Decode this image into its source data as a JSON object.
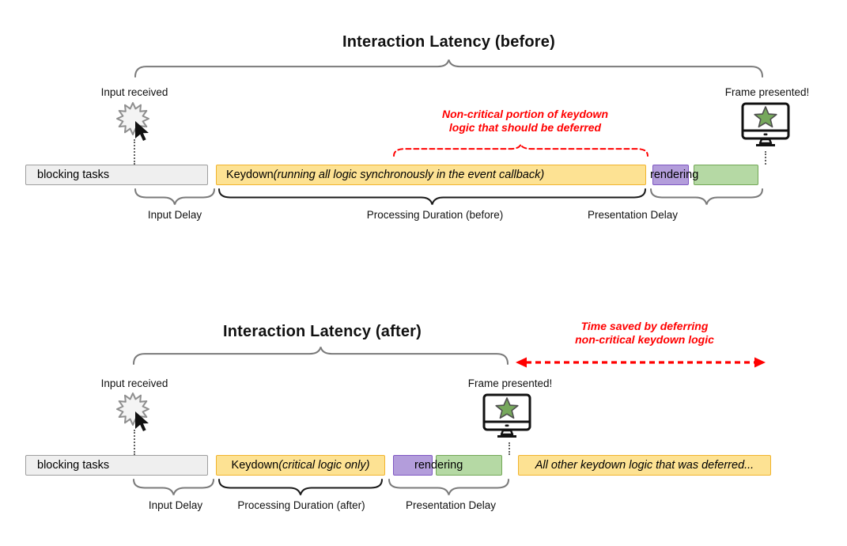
{
  "colors": {
    "annotation_red": "#ff0000",
    "task_yellow_fill": "#fde293",
    "task_yellow_border": "#f1b42e",
    "blocking_gray_fill": "#efefef",
    "blocking_gray_border": "#9e9e9e",
    "purple_fill": "#b39ddb",
    "purple_border": "#7e57c2",
    "green_fill": "#b5d9a4",
    "green_border": "#73a757",
    "brace_gray": "#7a7a7a",
    "brace_black": "#1a1a1a",
    "star_green": "#76a85c"
  },
  "before": {
    "title": "Interaction Latency (before)",
    "input_label": "Input received",
    "frame_label": "Frame presented!",
    "annotation_line1": "Non-critical portion of keydown",
    "annotation_line2": "logic that should be deferred",
    "bars": {
      "blocking": "blocking tasks",
      "keydown_prefix": "Keydown ",
      "keydown_italic": "(running all logic synchronously in the event callback)",
      "rendering": "rendering"
    },
    "braces": {
      "input_delay": "Input Delay",
      "processing": "Processing Duration (before)",
      "presentation": "Presentation Delay"
    }
  },
  "after": {
    "title": "Interaction Latency (after)",
    "input_label": "Input received",
    "frame_label": "Frame presented!",
    "annotation_line1": "Time saved by deferring",
    "annotation_line2": "non-critical keydown logic",
    "bars": {
      "blocking": "blocking tasks",
      "keydown_prefix": "Keydown ",
      "keydown_italic": "(critical logic only)",
      "rendering": "rendering",
      "deferred": "All other keydown logic that was deferred..."
    },
    "braces": {
      "input_delay": "Input Delay",
      "processing": "Processing Duration (after)",
      "presentation": "Presentation Delay"
    }
  }
}
